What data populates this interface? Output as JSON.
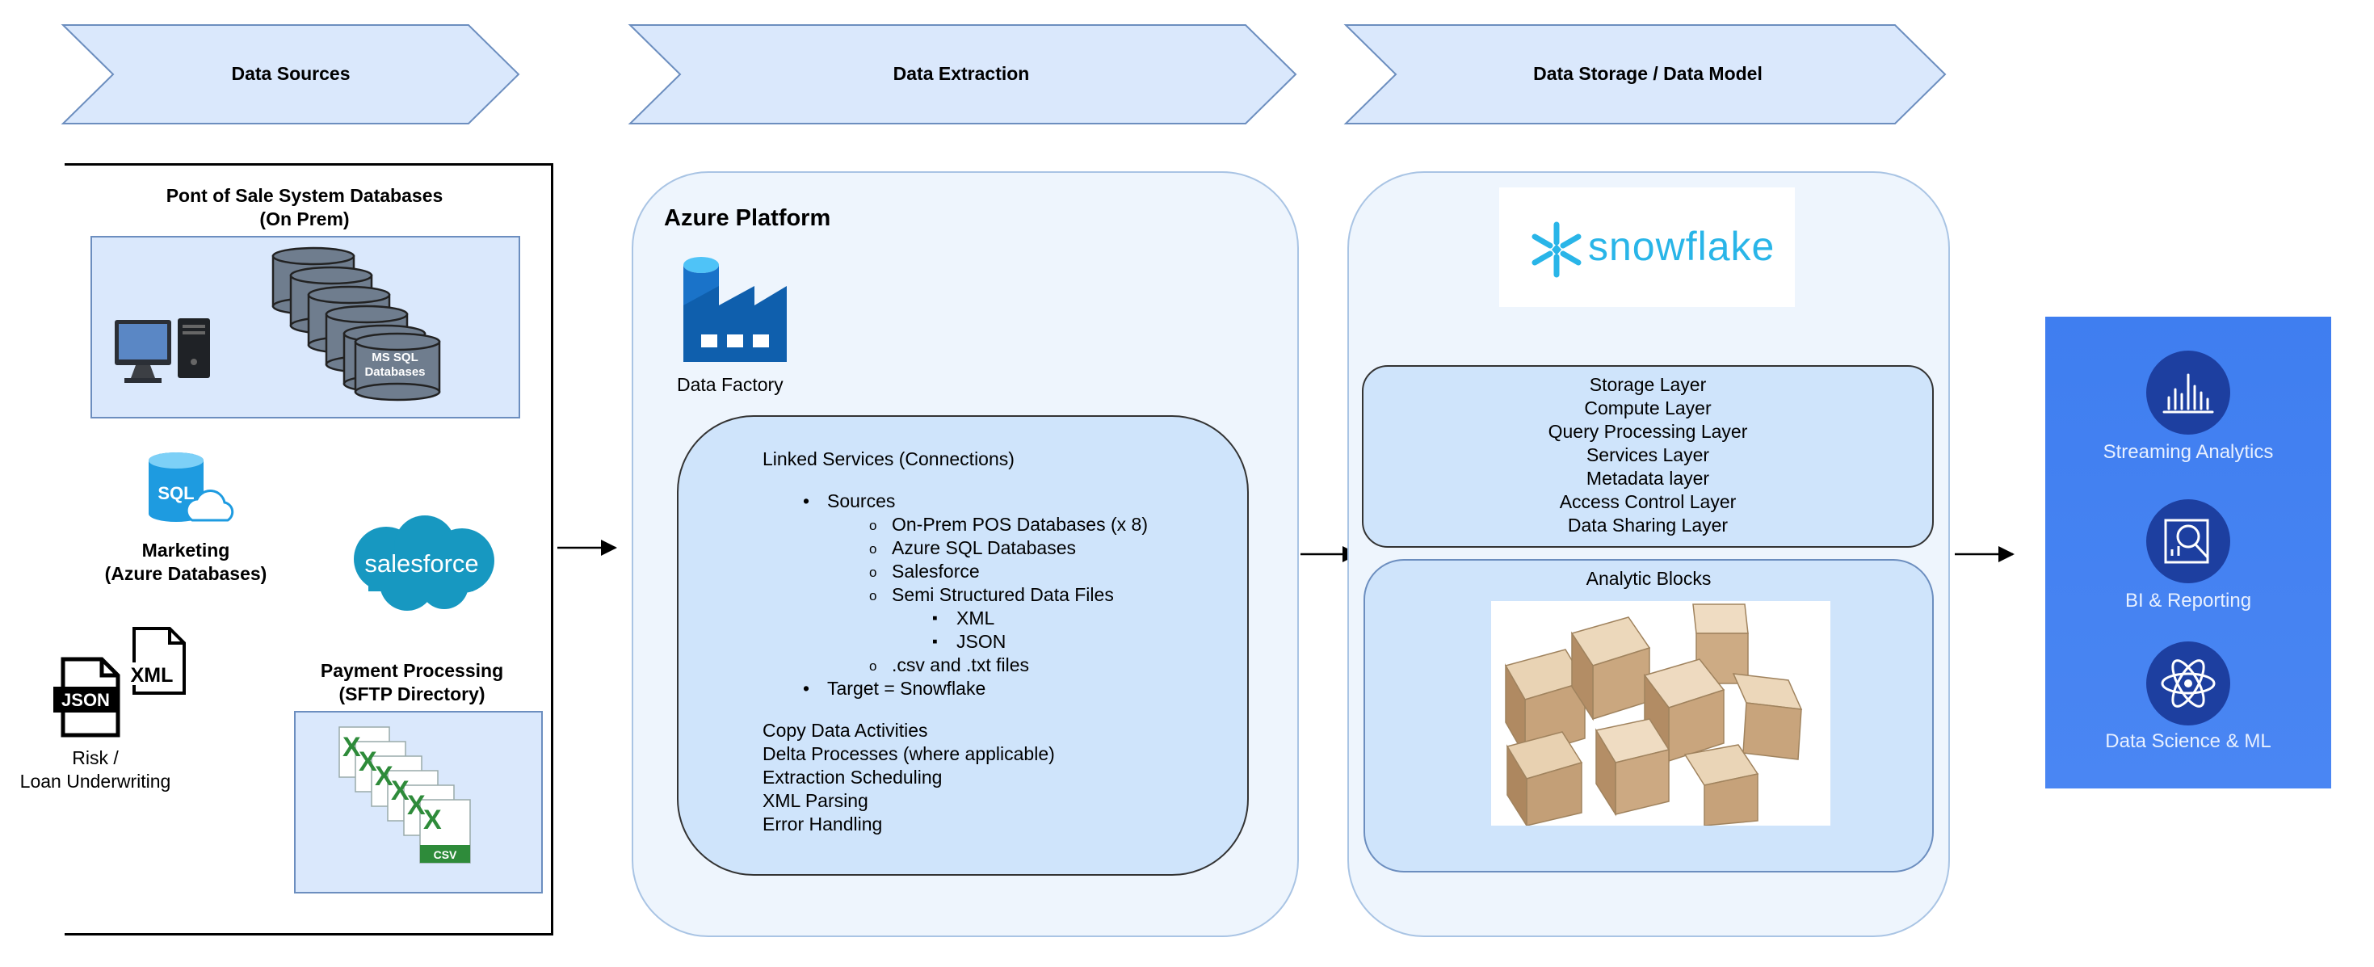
{
  "stages": [
    {
      "label": "Data Sources"
    },
    {
      "label": "Data Extraction"
    },
    {
      "label": "Data Storage / Data Model"
    }
  ],
  "sources": {
    "pos_title_line1": "Pont of Sale System Databases",
    "pos_title_line2": "(On Prem)",
    "db_label_line1": "MS SQL",
    "db_label_line2": "Databases",
    "sql_icon_text": "SQL",
    "marketing_line1": "Marketing",
    "marketing_line2": "(Azure Databases)",
    "salesforce_logo": "salesforce",
    "json_icon_text": "JSON",
    "xml_icon_text": "XML",
    "risk_line1": "Risk /",
    "risk_line2": "Loan Underwriting",
    "payment_line1": "Payment Processing",
    "payment_line2": "(SFTP Directory)",
    "csv_icon_text": "CSV"
  },
  "extraction": {
    "platform_title": "Azure Platform",
    "factory_label": "Data Factory",
    "linked_services_title": "Linked Services (Connections)",
    "sources_label": "Sources",
    "source_items": [
      "On-Prem POS Databases (x 8)",
      "Azure SQL Databases",
      "Salesforce",
      "Semi Structured Data Files"
    ],
    "semi_items": [
      "XML",
      "JSON"
    ],
    "csv_item": ".csv and .txt files",
    "target_label": "Target = Snowflake",
    "activities": [
      "Copy Data Activities",
      "Delta Processes (where applicable)",
      "Extraction Scheduling",
      "XML Parsing",
      "Error Handling"
    ]
  },
  "storage": {
    "snowflake_logo": "snowflake",
    "layers": [
      "Storage Layer",
      "Compute Layer",
      "Query Processing Layer",
      "Services Layer",
      "Metadata layer",
      "Access Control Layer",
      "Data Sharing Layer"
    ],
    "analytic_title": "Analytic Blocks"
  },
  "consumers": [
    {
      "label": "Streaming Analytics",
      "icon": "bar-chart-icon"
    },
    {
      "label": "BI & Reporting",
      "icon": "report-magnifier-icon"
    },
    {
      "label": "Data Science & ML",
      "icon": "atom-icon"
    }
  ],
  "colors": {
    "stage_fill": "#dae8fc",
    "stage_border": "#6c8ebf",
    "panel_fill": "#eef5fd",
    "inner_fill": "#cfe4fb",
    "salesforce": "#1798c1",
    "snowflake": "#29b5e8",
    "azure": "#0f62ad",
    "ai_panel": "#4282f1"
  }
}
